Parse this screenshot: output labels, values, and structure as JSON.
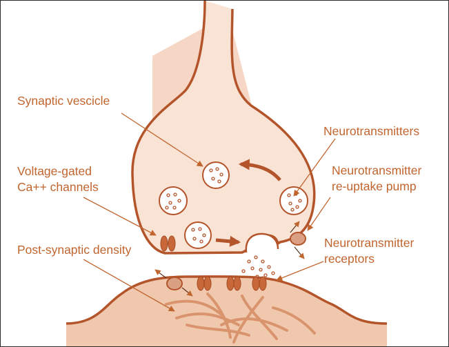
{
  "colors": {
    "label": "#c1652f",
    "membrane": "#b4542a",
    "fill": "#f9e3d5",
    "cone": "#f6d6c4",
    "mound": "#f0c8ae",
    "protein": "#c8683a",
    "pump": "#d9a084",
    "density": "#d58c63"
  },
  "labels": {
    "synaptic_vesicle": "Synaptic vescicle",
    "voltage_gated_line1": "Voltage-gated",
    "voltage_gated_line2": "Ca++ channels",
    "post_synaptic_density": "Post-synaptic density",
    "neurotransmitters": "Neurotransmitters",
    "reuptake_line1": "Neurotransmitter",
    "reuptake_line2": "re-uptake pump",
    "receptors_line1": "Neurotransmitter",
    "receptors_line2": "receptors"
  }
}
